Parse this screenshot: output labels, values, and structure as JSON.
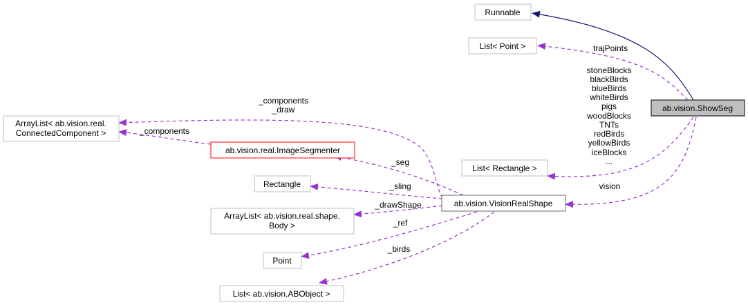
{
  "colors": {
    "usage_edge": "#9a32cd",
    "inherit_edge": "#191970",
    "focus_fill": "#bfbfbf",
    "incomplete_border": "#ff0000",
    "default_border": "#bfbfbf"
  },
  "nodes": {
    "runnable": "Runnable",
    "list_point": "List< Point >",
    "show_seg": "ab.vision.ShowSeg",
    "arraylist_cc": [
      "ArrayList< ab.vision.real.",
      "ConnectedComponent >"
    ],
    "image_segmenter": "ab.vision.real.ImageSegmenter",
    "list_rectangle": "List< Rectangle >",
    "rectangle": "Rectangle",
    "vision_real_shape": "ab.vision.VisionRealShape",
    "arraylist_body": [
      "ArrayList< ab.vision.real.shape.",
      "Body >"
    ],
    "point": "Point",
    "list_abobject": "List< ab.vision.ABObject >"
  },
  "edge_labels": {
    "traj_points": "trajPoints",
    "components_draw": [
      "_components",
      "_draw"
    ],
    "components": "_components",
    "list_rect_fields": [
      "stoneBlocks",
      "blackBirds",
      "blueBirds",
      "whiteBirds",
      "pigs",
      "woodBlocks",
      "TNTs",
      "redBirds",
      "yellowBirds",
      "iceBlocks",
      "..."
    ],
    "seg": "_seg",
    "sling": "_sling",
    "draw_shape": "_drawShape",
    "ref": "_ref",
    "birds": "_birds",
    "vision": "vision"
  }
}
